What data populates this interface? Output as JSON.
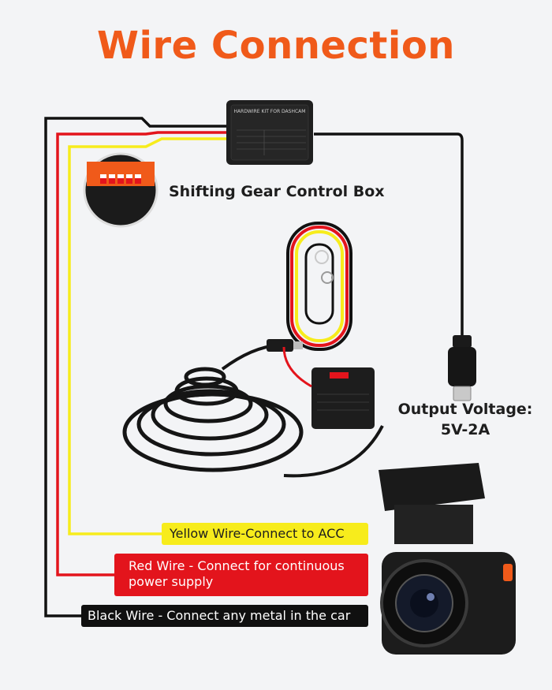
{
  "title": "Wire Connection",
  "control_box": {
    "caption": "Shifting Gear Control Box",
    "label_heading": "HARDWIRE KIT FOR DASHCAM"
  },
  "output": {
    "line1": "Output Voltage:",
    "line2": "5V-2A"
  },
  "wires": {
    "yellow": "Yellow Wire-Connect to ACC",
    "red": "Red Wire - Connect for continuous power supply",
    "black": "Black Wire - Connect any metal in the car"
  },
  "colors": {
    "title": "#f05a1a",
    "yellow": "#f7ec1c",
    "red": "#e3141c",
    "black": "#101010"
  }
}
